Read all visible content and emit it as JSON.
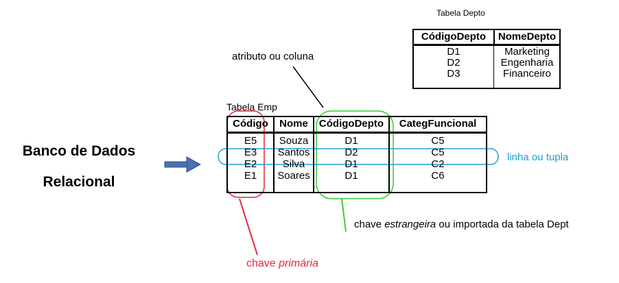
{
  "left_title": [
    "Banco de Dados",
    "Relacional"
  ],
  "depto": {
    "caption": "Tabela Depto",
    "headers": [
      "CódigoDepto",
      "NomeDepto"
    ],
    "rows": [
      [
        "D1",
        "Marketing"
      ],
      [
        "D2",
        "Engenharia"
      ],
      [
        "D3",
        "Financeiro"
      ]
    ]
  },
  "emp": {
    "caption": "Tabela Emp",
    "headers": [
      "Código",
      "Nome",
      "CódigoDepto",
      "CategFuncional"
    ],
    "rows": [
      [
        "E5",
        "Souza",
        "D1",
        "C5"
      ],
      [
        "E3",
        "Santos",
        "D2",
        "C5"
      ],
      [
        "E2",
        "Silva",
        "D1",
        "C2"
      ],
      [
        "E1",
        "Soares",
        "D1",
        "C6"
      ]
    ]
  },
  "annotations": {
    "atributo": "atributo ou coluna",
    "tupla": "linha ou tupla",
    "fk_prefix": "chave ",
    "fk_italic": "estrangeira",
    "fk_suffix": " ou importada da tabela Dept",
    "pk_prefix": "chave ",
    "pk_italic": "primária"
  },
  "colors": {
    "primary_key": "#e8243a",
    "foreign_key": "#33cc33",
    "tuple": "#1fa0d8",
    "arrow": "#4a72b0"
  }
}
